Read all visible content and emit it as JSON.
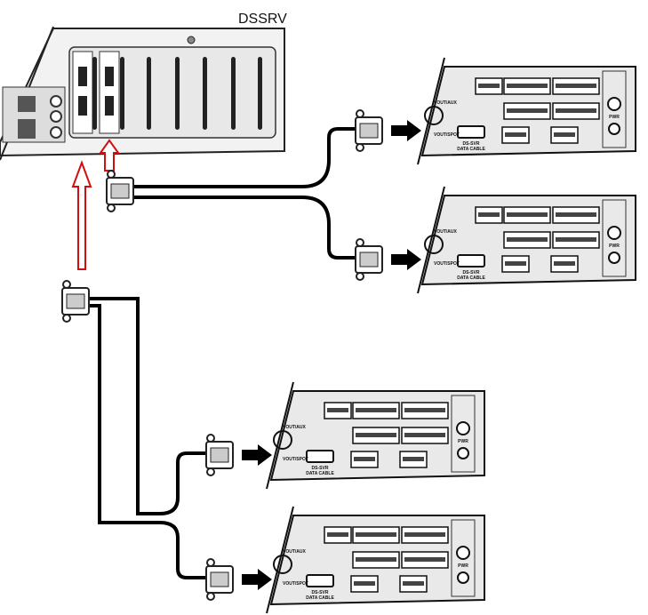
{
  "server": {
    "label": "DSSRV"
  },
  "device": {
    "vout_aux": "VOUT/AUX",
    "vout_spot": "VOUT/SPOT",
    "data_cable_line1": "DS-SVR",
    "data_cable_line2": "DATA CABLE",
    "pwr": "PWR"
  },
  "colors": {
    "arrow": "#d01010",
    "cable": "#000000",
    "panel": "#e6e6e6"
  },
  "icons": [
    "red-up-arrow-icon",
    "dsub-connector-icon",
    "black-right-arrow-icon"
  ]
}
